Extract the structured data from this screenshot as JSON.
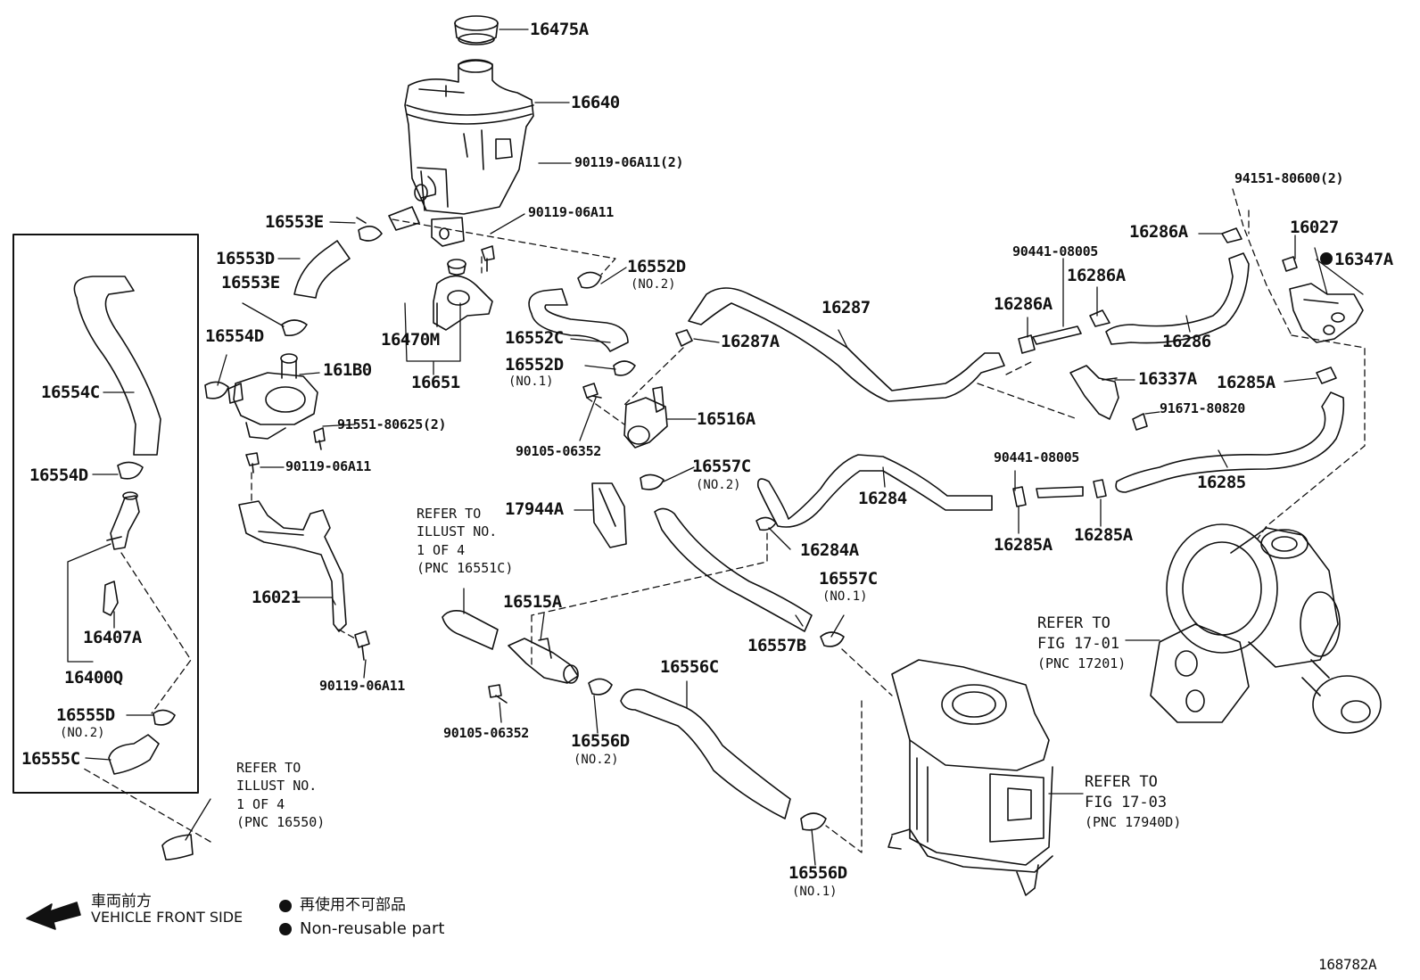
{
  "parts": {
    "p16475A": "16475A",
    "p16640": "16640",
    "p9011906A11_2": "90119-06A11(2)",
    "p16553E_top": "16553E",
    "p9011906A11_a": "90119-06A11",
    "p16553D": "16553D",
    "p16553E_low": "16553E",
    "p16552D_top": "16552D",
    "p16552D_no2": "(NO.2)",
    "p16470M": "16470M",
    "p16651": "16651",
    "p16552C": "16552C",
    "p16552D_mid": "16552D",
    "p16552D_no1": "(NO.1)",
    "p16554D_top": "16554D",
    "p161B0": "161B0",
    "p9155180625": "91551-80625(2)",
    "p16554C": "16554C",
    "p16554D_low": "16554D",
    "p9011906A11_b": "90119-06A11",
    "p16021": "16021",
    "p9011906A11_c": "90119-06A11",
    "p16407A": "16407A",
    "p16400Q": "16400Q",
    "p16555D": "16555D",
    "p16555D_no2": "(NO.2)",
    "p16555C": "16555C",
    "p16287": "16287",
    "p16287A": "16287A",
    "p16516A": "16516A",
    "p9010506352_a": "90105-06352",
    "p16557C_top": "16557C",
    "p16557C_no2": "(NO.2)",
    "p17944A": "17944A",
    "p16284": "16284",
    "p16284A": "16284A",
    "p16515A": "16515A",
    "p16557B": "16557B",
    "p16557C_low": "16557C",
    "p16557C_no1": "(NO.1)",
    "p16556C": "16556C",
    "p9010506352_b": "90105-06352",
    "p16556D_mid": "16556D",
    "p16556D_no2": "(NO.2)",
    "p16556D_low": "16556D",
    "p16556D_no1": "(NO.1)",
    "p9044108005_a": "90441-08005",
    "p16286A_a": "16286A",
    "p16286A_b": "16286A",
    "p16286A_c": "16286A",
    "p16286": "16286",
    "p9415180600": "94151-80600(2)",
    "p16027": "16027",
    "p16347A": "16347A",
    "p16337A": "16337A",
    "p9167180820": "91671-80820",
    "p16285A_a": "16285A",
    "p16285": "16285",
    "p9044108005_b": "90441-08005",
    "p16285A_b": "16285A",
    "p16285A_c": "16285A"
  },
  "refs": {
    "r1": [
      "REFER TO",
      "ILLUST NO.",
      "1 OF 4",
      "(PNC 16551C)"
    ],
    "r2": [
      "REFER TO",
      "ILLUST NO.",
      "1 OF 4",
      "(PNC 16550)"
    ],
    "r3": [
      "REFER TO",
      "FIG 17-01",
      "(PNC 17201)"
    ],
    "r4": [
      "REFER TO",
      "FIG 17-03",
      "(PNC 17940D)"
    ]
  },
  "legend": {
    "front_jp": "車両前方",
    "front_en": "VEHICLE FRONT SIDE",
    "nonreuse_jp": "再使用不可部品",
    "nonreuse_en": "Non-reusable part"
  },
  "figure_id": "168782A"
}
